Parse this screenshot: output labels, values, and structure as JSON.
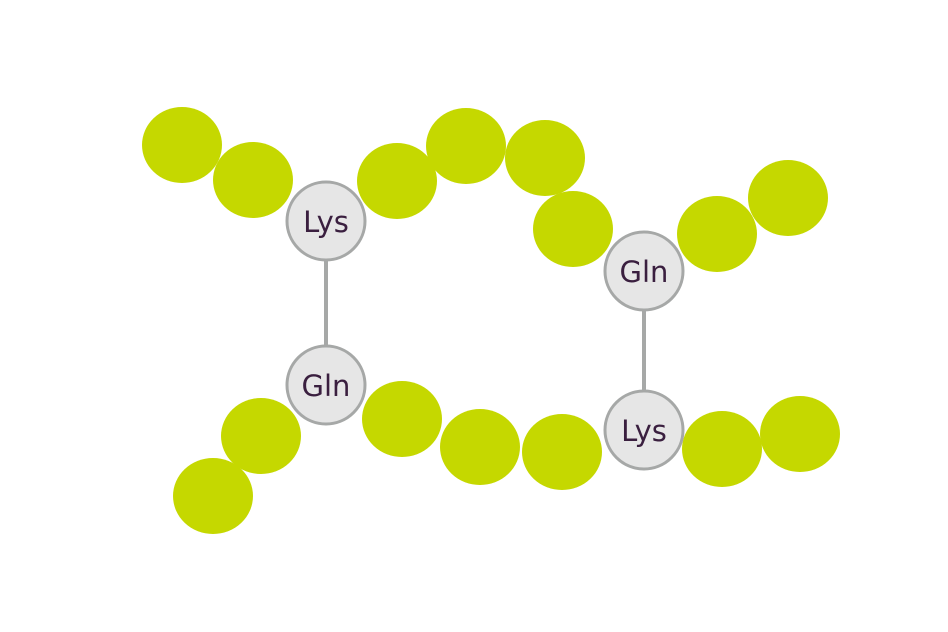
{
  "colors": {
    "bead": "#c5d800",
    "residue_fill": "#e6e6e6",
    "residue_stroke": "#a6a8a7",
    "label_text": "#3a1f3f",
    "crosslink": "#a6a8a7"
  },
  "residues": {
    "top_left": {
      "label": "Lys"
    },
    "bottom_left": {
      "label": "Gln"
    },
    "top_right": {
      "label": "Gln"
    },
    "bottom_right": {
      "label": "Lys"
    }
  }
}
